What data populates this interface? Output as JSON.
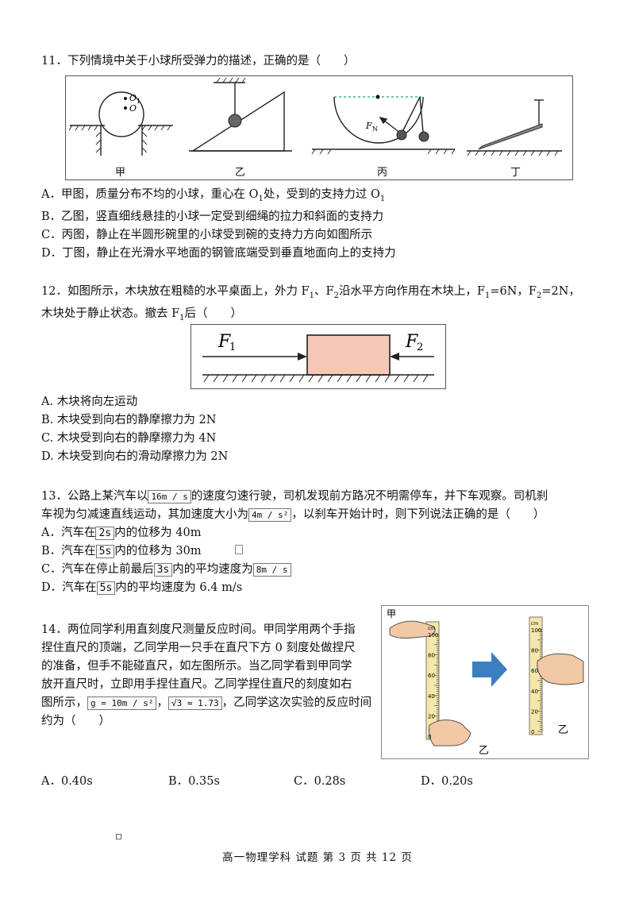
{
  "q11": {
    "stem": "11．下列情境中关于小球所受弹力的描述，正确的是（　　）",
    "fig_labels": [
      "甲",
      "乙",
      "丙",
      "丁"
    ],
    "fig_text": {
      "o1": "O",
      "o1_sub": "1",
      "o": "O",
      "fn": "F",
      "fn_sub": "N"
    },
    "A": [
      "A．甲图，质量分布不均的小球，重心在 O",
      "1",
      "处，受到的支持力过 O",
      "1"
    ],
    "B": "B．乙图，竖直细线悬挂的小球一定受到细绳的拉力和斜面的支持力",
    "C": "C．丙图，静止在半圆形碗里的小球受到碗的支持力方向如图所示",
    "D": "D．丁图，静止在光滑水平地面的钢管底端受到垂直地面向上的支持力"
  },
  "q12": {
    "stem1": [
      "12．如图所示，木块放在粗糙的水平桌面上，外力 F",
      "1",
      "、F",
      "2",
      "沿水平方向作用在木块上，F",
      "1",
      "=6N，F",
      "2",
      "=2N，"
    ],
    "stem2": [
      "木块处于静止状态。撤去 F",
      "1",
      "后（　　）"
    ],
    "fig": {
      "f1": "F",
      "f1_sub": "1",
      "f2": "F",
      "f2_sub": "2"
    },
    "A": "A. 木块将向左运动",
    "B": "B. 木块受到向右的静摩擦力为  2N",
    "C": "C. 木块受到向右的静摩擦力为  4N",
    "D": "D. 木块受到向右的滑动摩擦力为  2N"
  },
  "q13": {
    "stem1_a": "13．公路上某汽车以",
    "v0": "16m / s",
    "stem1_b": "的速度匀速行驶，司机发现前方路况不明需停车，并下车观察。司机刹",
    "stem2_a": "车视为匀减速直线运动，其加速度大小为",
    "acc": "4m / s²",
    "stem2_b": "，以刹车开始计时，则下列说法正确的是（　　）",
    "A": {
      "pre": "A．汽车在",
      "box": "2s",
      "post": "内的位移为  40m"
    },
    "B": {
      "pre": "B．汽车在",
      "box": "5s",
      "post": "内的位移为  30m"
    },
    "C": {
      "pre": "C．汽车在停止前最后",
      "box": "3s",
      "mid": "内的平均速度为",
      "box2": "8m / s"
    },
    "D": {
      "pre": "D．汽车在",
      "box": "5s",
      "post": "内的平均速度为  6.4 m/s"
    }
  },
  "q14": {
    "lines": [
      "14．两位同学利用直刻度尺测量反应时间。甲同学用两个手指",
      "捏住直尺的顶端，乙同学用一只手在直尺下方  0 刻度处做捏尺",
      "的准备，但手不能碰直尺，如左图所示。当乙同学看到甲同学",
      "放开直尺时，立即用手捏住直尺。乙同学捏住直尺的刻度如右"
    ],
    "line5_a": "图所示，",
    "g": "g = 10m / s²",
    "sep": "，",
    "sqrt": "√3 ≈ 1.73",
    "line5_b": "，乙同学这次实验的反应时间",
    "line6": "约为（　　）",
    "fig": {
      "jia": "甲",
      "yi_left": "乙",
      "yi_right": "乙",
      "cm": "cm",
      "ticks": [
        "100",
        "80",
        "60",
        "40",
        "20",
        "0"
      ]
    },
    "options": [
      "A．0.40s",
      "B．0.35s",
      "C．0.28s",
      "D．0.20s"
    ]
  },
  "footer": "高一物理学科  试题  第  3  页  共  12  页"
}
